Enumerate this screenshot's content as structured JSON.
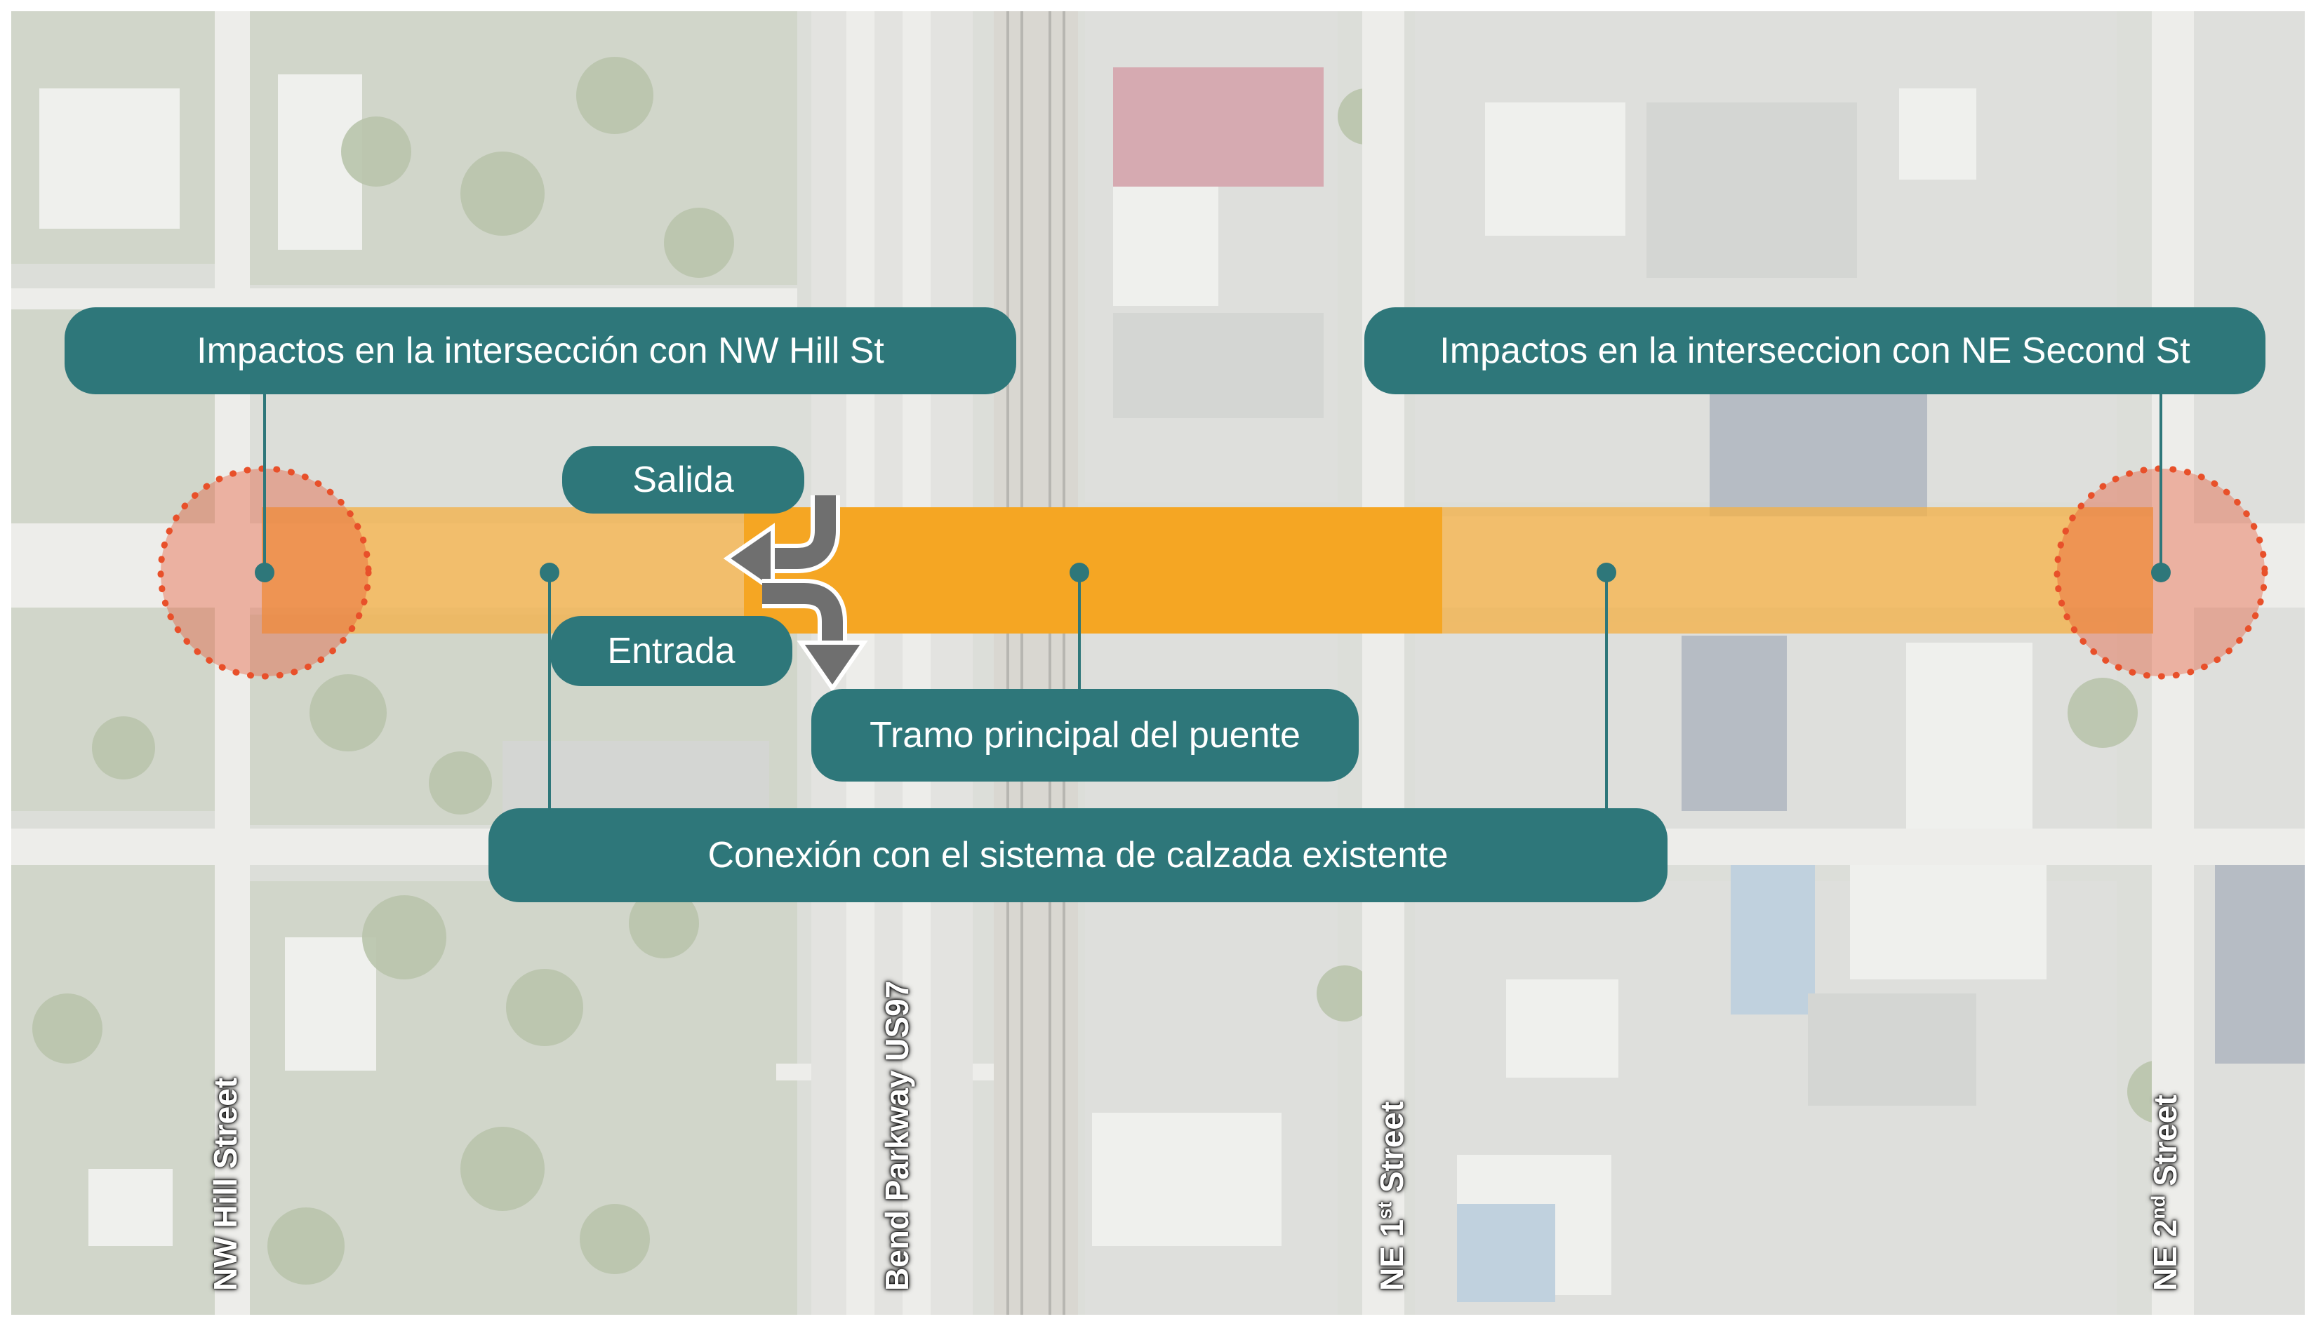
{
  "callouts": {
    "hill_intersection": "Impactos en la intersección con NW Hill St",
    "second_intersection": "Impactos en la interseccion con NE Second St",
    "exit": "Salida",
    "entrance": "Entrada",
    "main_span": "Tramo principal del puente",
    "connection": "Conexión con el sistema de calzada existente"
  },
  "streets": {
    "hill": "NW Hill Street",
    "parkway": "Bend Parkway US97",
    "first": {
      "prefix": "NE 1",
      "suffix": "st",
      "name": " Street"
    },
    "second": {
      "prefix": "NE 2",
      "suffix": "nd",
      "name": " Street"
    }
  },
  "colors": {
    "callout": "#2e777a",
    "corridor_main": "#f5a623",
    "corridor_light": "#f2b24c",
    "impact_circle": "#e8502a",
    "arrow": "#6f6f6f"
  }
}
